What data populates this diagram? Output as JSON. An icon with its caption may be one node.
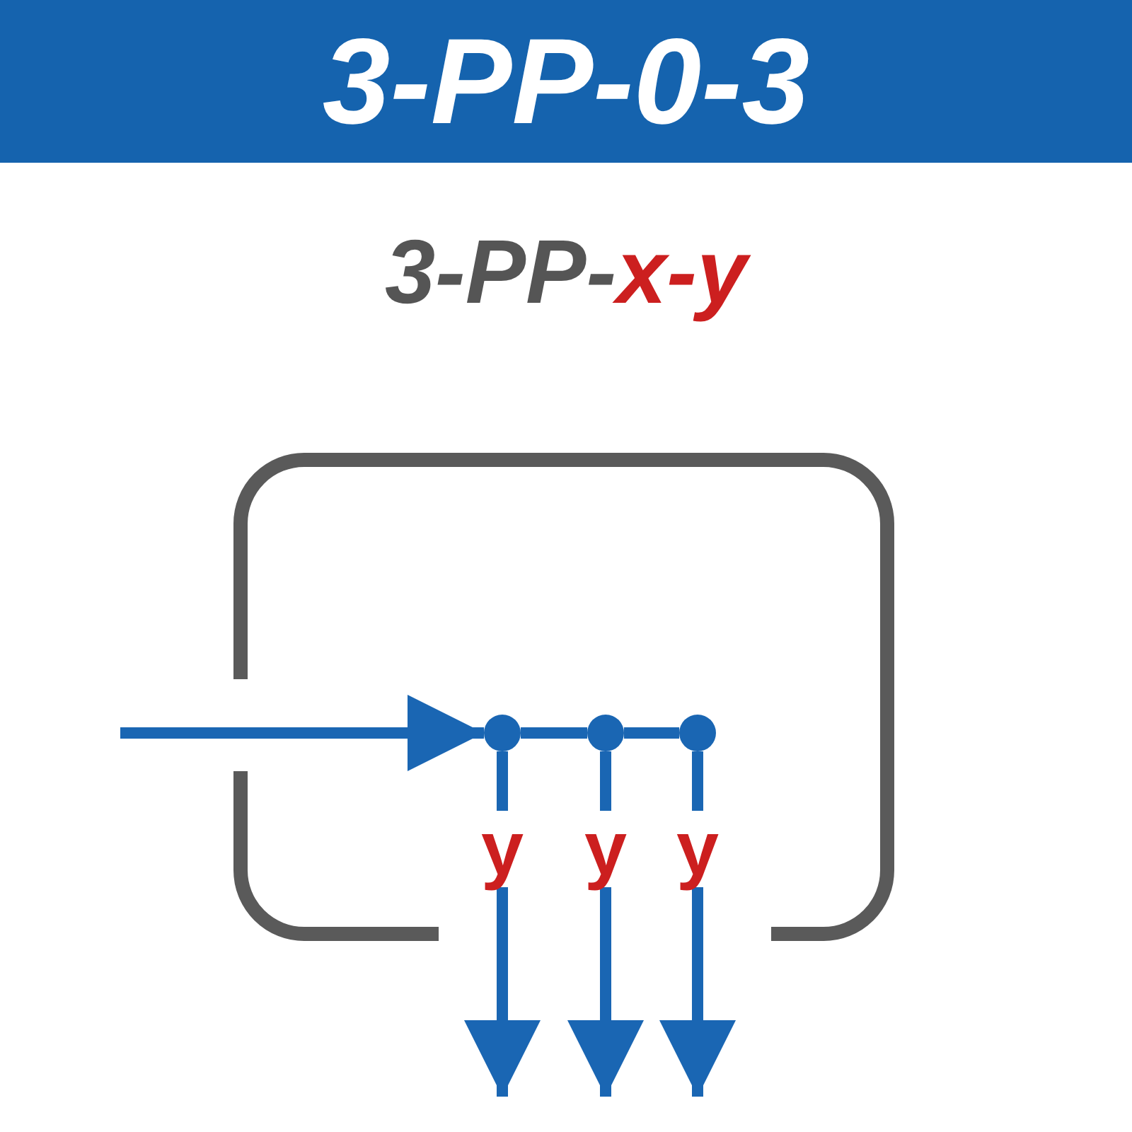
{
  "diagram": {
    "title": "3-PP-0-3",
    "nodes": [
      {
        "text": [],
        "shape": "box"
      },
      {
        "text": [],
        "shape": "circle",
        "in": 0
      },
      {
        "text": [],
        "shape": "circle",
        "in": 0
      },
      {
        "text": [],
        "shape": "circle",
        "in": 0
      }
    ],
    "edges": [
      {
        "from": null,
        "to": 1,
        "arrow": "to"
      },
      {
        "from": 1,
        "to": 2,
        "arrow": "none"
      },
      {
        "from": 2,
        "to": 3,
        "arrow": "none"
      },
      {
        "from": 1,
        "to": null,
        "arrow": "to",
        "label": "y"
      },
      {
        "from": 2,
        "to": null,
        "arrow": "to",
        "label": "y"
      },
      {
        "from": 3,
        "to": null,
        "arrow": "to",
        "label": "y"
      }
    ],
    "labels": [
      "3-PP-",
      "x-y"
    ]
  }
}
